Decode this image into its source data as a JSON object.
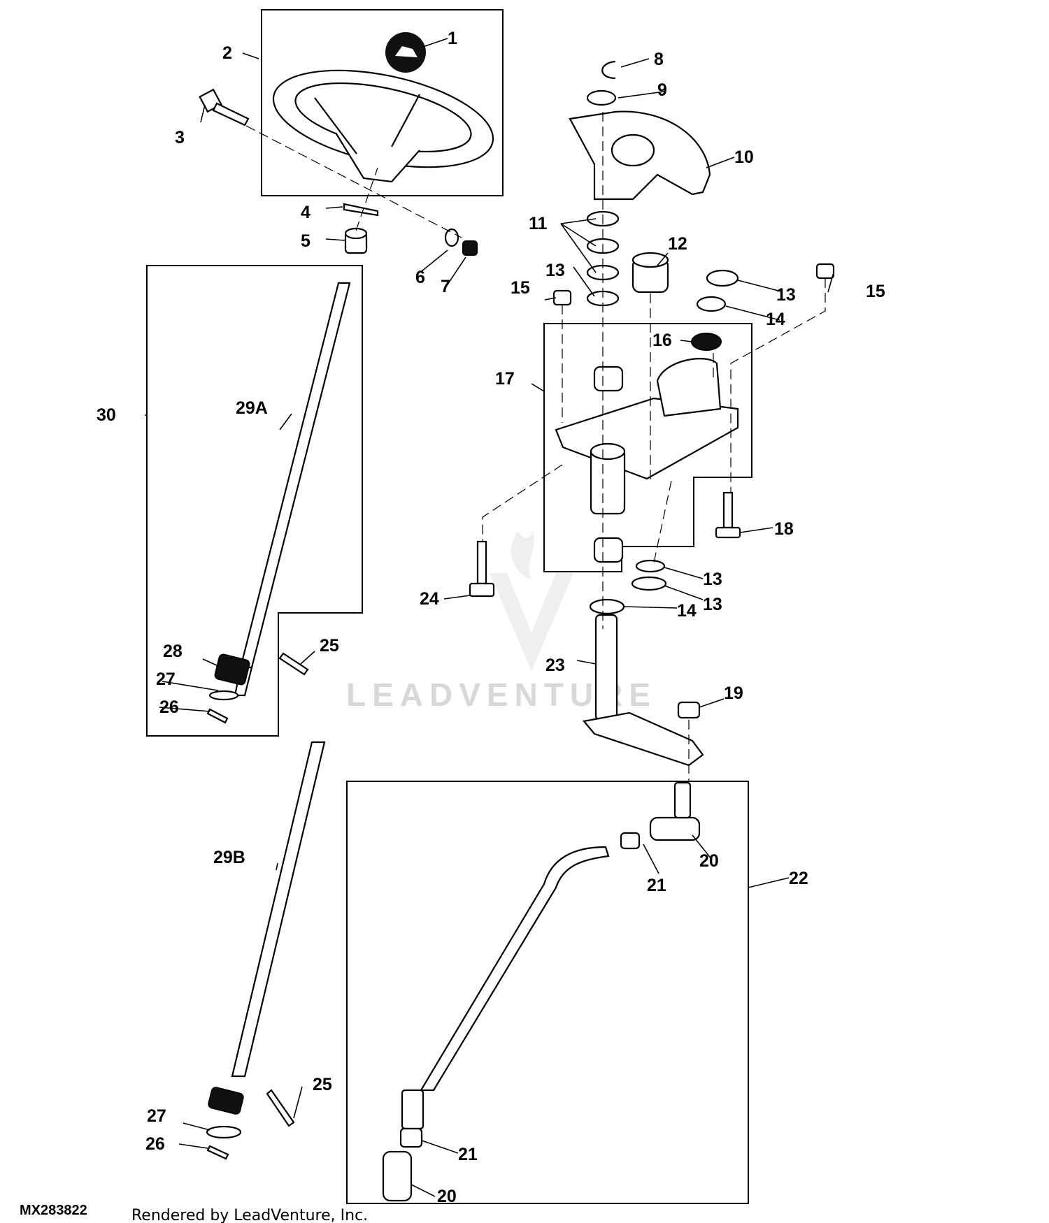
{
  "figure_id": "MX283822",
  "credit": "Rendered by LeadVenture, Inc.",
  "watermark": "LEADVENTURE",
  "callouts": {
    "c1": "1",
    "c2": "2",
    "c3": "3",
    "c4": "4",
    "c5": "5",
    "c6": "6",
    "c7": "7",
    "c8": "8",
    "c9": "9",
    "c10": "10",
    "c11": "11",
    "c12": "12",
    "c13a": "13",
    "c13b": "13",
    "c13c": "13",
    "c13d": "13",
    "c14a": "14",
    "c14b": "14",
    "c15a": "15",
    "c15b": "15",
    "c16": "16",
    "c17": "17",
    "c18": "18",
    "c19": "19",
    "c20a": "20",
    "c20b": "20",
    "c21a": "21",
    "c21b": "21",
    "c22": "22",
    "c23": "23",
    "c24": "24",
    "c25a": "25",
    "c25b": "25",
    "c26a": "26",
    "c26b": "26",
    "c27a": "27",
    "c27b": "27",
    "c28": "28",
    "c29a": "29A",
    "c29b": "29B",
    "c30": "30"
  }
}
